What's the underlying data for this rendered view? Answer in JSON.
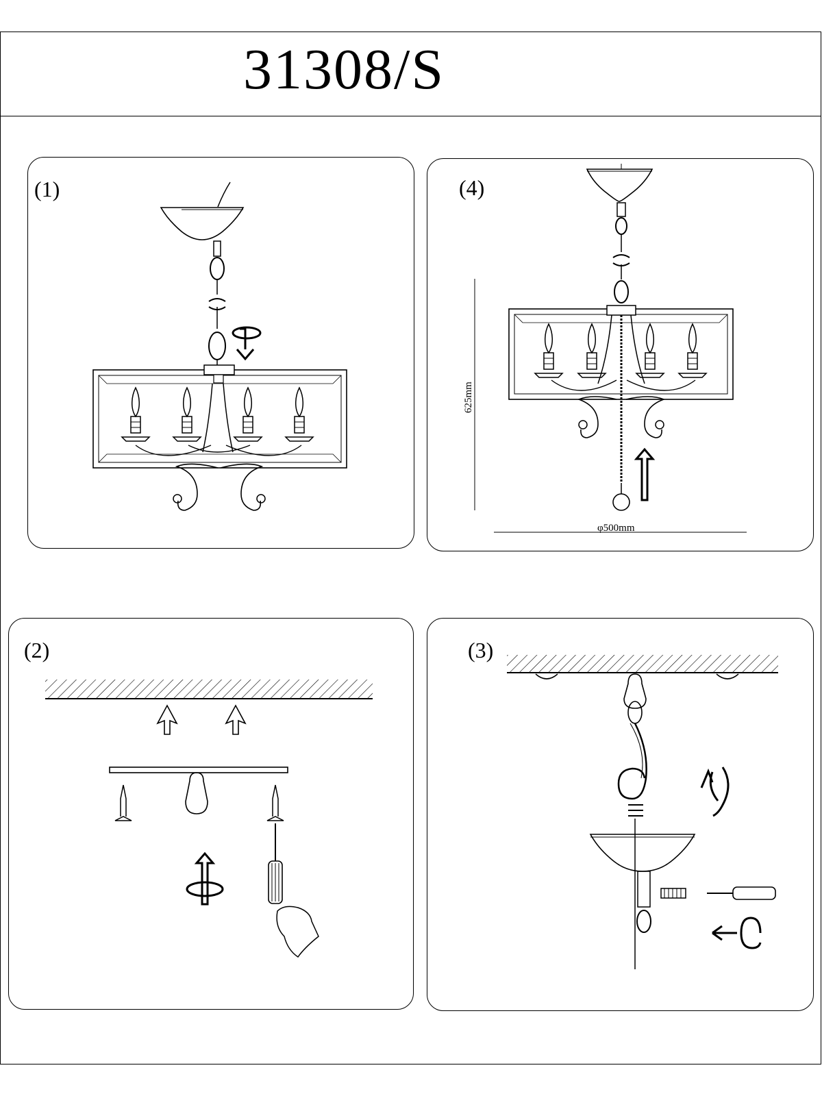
{
  "document": {
    "model_number": "31308/S"
  },
  "panels": [
    {
      "id": "1",
      "label": "(1)"
    },
    {
      "id": "4",
      "label": "(4)"
    },
    {
      "id": "2",
      "label": "(2)"
    },
    {
      "id": "3",
      "label": "(3)"
    }
  ],
  "dimensions": {
    "height": "625mm",
    "diameter": "φ500mm"
  }
}
